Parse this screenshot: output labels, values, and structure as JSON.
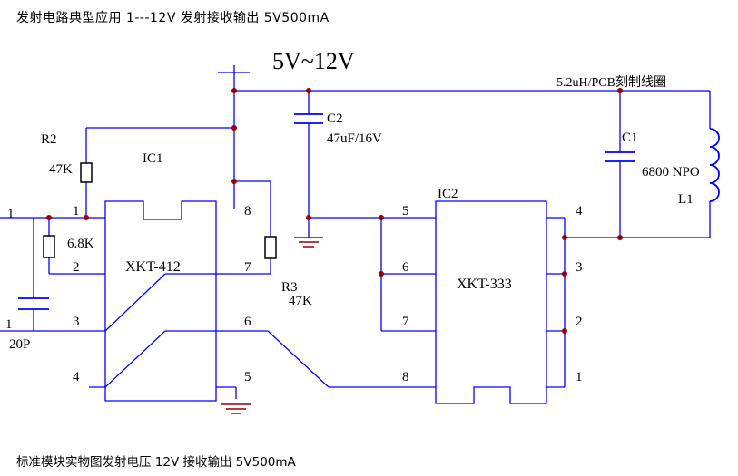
{
  "title": "发射电路典型应用 1---12V 发射接收输出 5V500mA",
  "caption": "标准模块实物图发射电压 12V  接收输出 5V500mA",
  "colors": {
    "line": "#0000ff",
    "junction": "#990000",
    "text": "#000000"
  },
  "supply": {
    "label": "5V~12V"
  },
  "coil": {
    "label": "5.2uH/PCB刻制线圈",
    "ref": "L1"
  },
  "capacitors": {
    "c2": {
      "ref": "C2",
      "value": "47uF/16V"
    },
    "c1": {
      "ref": "C1",
      "value": "6800 NPO"
    },
    "left": {
      "ref": "1",
      "value": "20P"
    }
  },
  "resistors": {
    "r2": {
      "ref": "R2",
      "value": "47K"
    },
    "r3": {
      "ref": "R3",
      "value": "47K"
    },
    "rleft": {
      "value": "6.8K"
    }
  },
  "ic1": {
    "ref": "IC1",
    "part": "XKT-412",
    "pins_left": [
      "1",
      "2",
      "3",
      "4"
    ],
    "pins_right": [
      "8",
      "7",
      "6",
      "5"
    ]
  },
  "ic2": {
    "ref": "IC2",
    "part": "XKT-333",
    "pins_left": [
      "5",
      "6",
      "7",
      "8"
    ],
    "pins_right": [
      "4",
      "3",
      "2",
      "1"
    ]
  },
  "left_edge_label": "1"
}
